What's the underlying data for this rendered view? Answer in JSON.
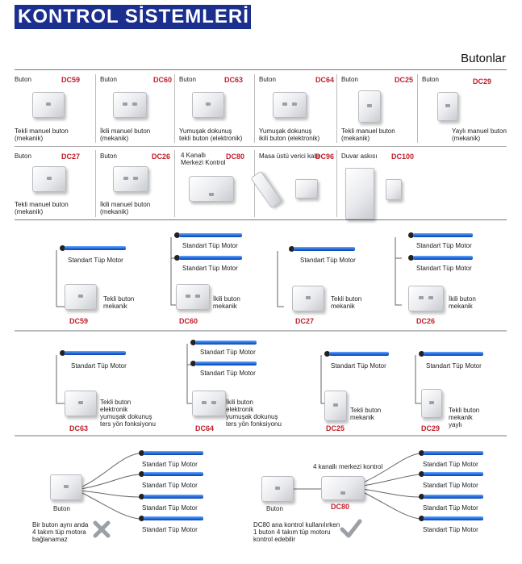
{
  "header": {
    "title": "KONTROL SİSTEMLERİ",
    "subtitle": "Butonlar"
  },
  "catalog": [
    {
      "code": "DC59",
      "top": "Buton",
      "desc1": "Tekli manuel buton",
      "desc2": "(mekanik)"
    },
    {
      "code": "DC60",
      "top": "Buton",
      "desc1": "İkili manuel buton",
      "desc2": "(mekanik)"
    },
    {
      "code": "DC63",
      "top": "Buton",
      "desc1": "Yumuşak dokunuş",
      "desc2": "tekli buton (elektronik)"
    },
    {
      "code": "DC64",
      "top": "Buton",
      "desc1": "Yumuşak dokunuş",
      "desc2": "ikili buton (elektronik)"
    },
    {
      "code": "DC25",
      "top": "Buton",
      "desc1": "Tekli manuel buton",
      "desc2": "(mekanik)"
    },
    {
      "code": "DC29",
      "top": "Buton",
      "desc1": "Yaylı manuel buton",
      "desc2": "(mekanik)"
    },
    {
      "code": "DC27",
      "top": "Buton",
      "desc1": "Tekli manuel buton",
      "desc2": "(mekanik)"
    },
    {
      "code": "DC26",
      "top": "Buton",
      "desc1": "İkili manuel buton",
      "desc2": "(mekanik)"
    },
    {
      "code": "DC80",
      "top": "4 Kanallı",
      "top2": "Merkezi Kontrol"
    },
    {
      "code": "DC96",
      "top": "Masa üstü verici kabı"
    },
    {
      "code": "DC100",
      "top": "Duvar askısı"
    }
  ],
  "motor_label": "Standart Tüp Motor",
  "diagrams": {
    "dc59": {
      "code": "DC59",
      "l1": "Tekli buton",
      "l2": "mekanik"
    },
    "dc60": {
      "code": "DC60",
      "l1": "İkili buton",
      "l2": "mekanik"
    },
    "dc27": {
      "code": "DC27",
      "l1": "Tekli buton",
      "l2": "mekanik"
    },
    "dc26": {
      "code": "DC26",
      "l1": "İkili buton",
      "l2": "mekanik"
    },
    "dc63": {
      "code": "DC63",
      "l1": "Tekli buton",
      "l2": "elektronik",
      "l3": "yumuşak dokunuş",
      "l4": "ters yön fonksiyonu"
    },
    "dc64": {
      "code": "DC64",
      "l1": "İkili buton",
      "l2": "elektronik",
      "l3": "yumuşak dokunuş",
      "l4": "ters yön fonksiyonu"
    },
    "dc25": {
      "code": "DC25",
      "l1": "Tekli buton",
      "l2": "mekanik"
    },
    "dc29": {
      "code": "DC29",
      "l1": "Tekli buton",
      "l2": "mekanik",
      "l3": "yaylı"
    }
  },
  "bottom": {
    "left_label": "Buton",
    "left_note1": "Bir buton aynı anda",
    "left_note2": "4 takım tüp motora",
    "left_note3": "bağlanamaz",
    "right_label": "Buton",
    "right_code": "DC80",
    "right_top": "4 kanallı merkezi kontrol",
    "right_note1": "DC80 ana kontrol kullanılırken",
    "right_note2": "1 buton 4 takım tüp motoru",
    "right_note3": "kontrol edebilir"
  }
}
